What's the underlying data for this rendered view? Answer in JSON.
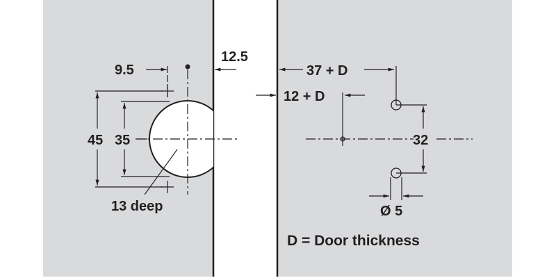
{
  "diagram": {
    "type": "hinge drilling template",
    "colors": {
      "panel": "#d9dadc",
      "gap": "#ffffff",
      "line": "#231f20"
    },
    "cabinet_side": {
      "labels": {
        "edge_offset": "9.5",
        "gap": "12.5",
        "outer_height": "45",
        "cup_diameter": "35",
        "depth": "13 deep"
      }
    },
    "door": {
      "labels": {
        "hole_row_distance": "37 + D",
        "pilot_distance": "12 + D",
        "hole_spacing": "32",
        "hole_diameter": "Ø 5",
        "legend": "D = Door thickness"
      }
    }
  }
}
